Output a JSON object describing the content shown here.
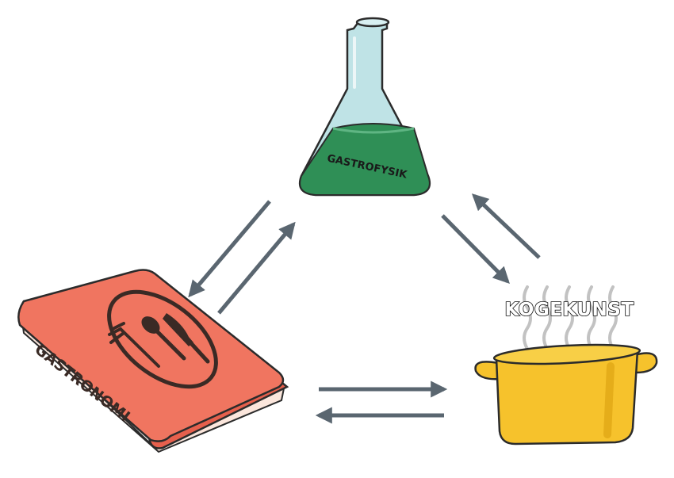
{
  "diagram": {
    "nodes": {
      "flask": {
        "label": "GASTROFYSIK",
        "icon": "flask-icon"
      },
      "book": {
        "label": "GASTRONOMI",
        "icon": "book-icon"
      },
      "pot": {
        "label": "KOGEKUNST",
        "icon": "cooking-pot-icon"
      }
    },
    "edges": [
      {
        "from": "flask",
        "to": "book"
      },
      {
        "from": "book",
        "to": "flask"
      },
      {
        "from": "flask",
        "to": "pot"
      },
      {
        "from": "pot",
        "to": "flask"
      },
      {
        "from": "book",
        "to": "pot"
      },
      {
        "from": "pot",
        "to": "book"
      }
    ],
    "colors": {
      "arrow": "#5a6670",
      "flask_glass": "#bfe3e6",
      "flask_liquid": "#2f8f56",
      "book_cover": "#f07560",
      "book_pages": "#fbe6dc",
      "pot_body": "#f6c22c",
      "outline": "#2b2b2b"
    }
  }
}
